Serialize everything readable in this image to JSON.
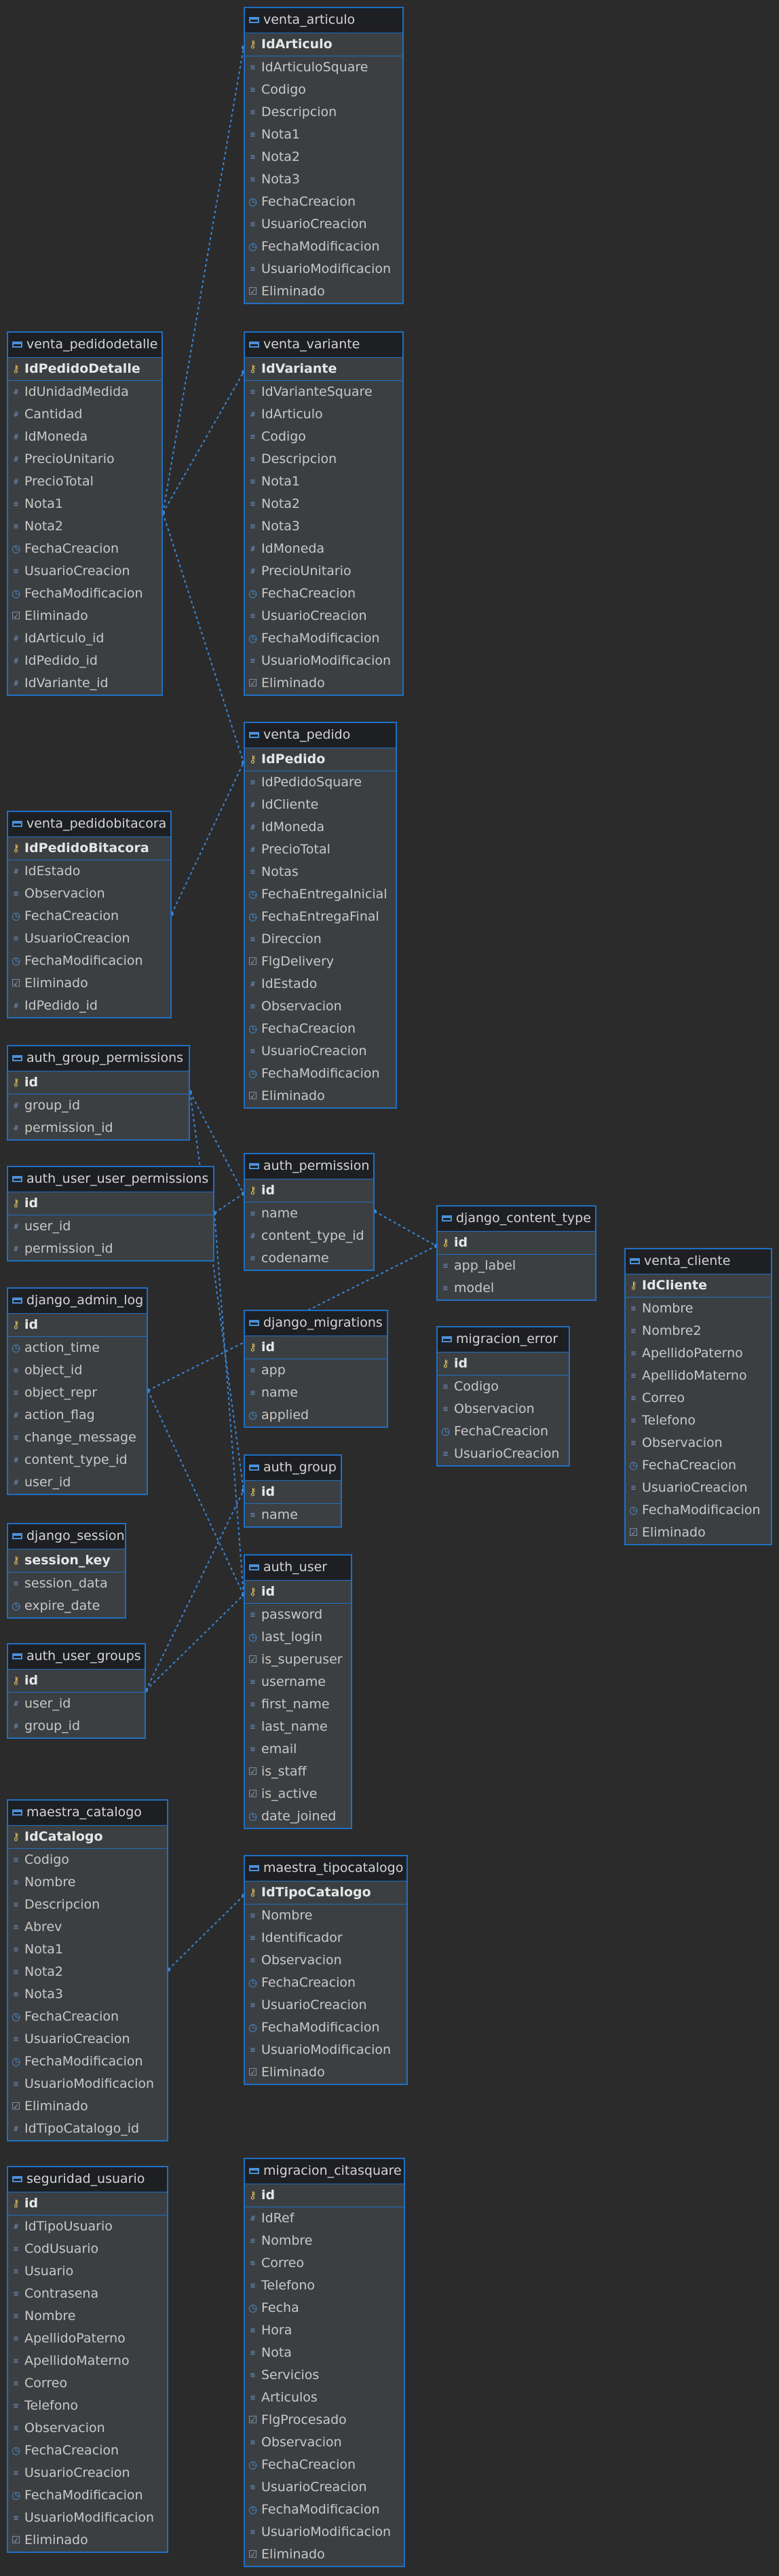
{
  "tables": [
    {
      "id": "venta_articulo",
      "name": "venta_articulo",
      "fields": [
        {
          "name": "IdArticulo",
          "type": "pk"
        },
        {
          "name": "IdArticuloSquare",
          "type": "str"
        },
        {
          "name": "Codigo",
          "type": "str"
        },
        {
          "name": "Descripcion",
          "type": "str"
        },
        {
          "name": "Nota1",
          "type": "str"
        },
        {
          "name": "Nota2",
          "type": "str"
        },
        {
          "name": "Nota3",
          "type": "str"
        },
        {
          "name": "FechaCreacion",
          "type": "date"
        },
        {
          "name": "UsuarioCreacion",
          "type": "str"
        },
        {
          "name": "FechaModificacion",
          "type": "date"
        },
        {
          "name": "UsuarioModificacion",
          "type": "str"
        },
        {
          "name": "Eliminado",
          "type": "bool"
        }
      ]
    },
    {
      "id": "venta_pedidodetalle",
      "name": "venta_pedidodetalle",
      "fields": [
        {
          "name": "IdPedidoDetalle",
          "type": "pk"
        },
        {
          "name": "IdUnidadMedida",
          "type": "num"
        },
        {
          "name": "Cantidad",
          "type": "num"
        },
        {
          "name": "IdMoneda",
          "type": "num"
        },
        {
          "name": "PrecioUnitario",
          "type": "num"
        },
        {
          "name": "PrecioTotal",
          "type": "num"
        },
        {
          "name": "Nota1",
          "type": "str"
        },
        {
          "name": "Nota2",
          "type": "str"
        },
        {
          "name": "FechaCreacion",
          "type": "date"
        },
        {
          "name": "UsuarioCreacion",
          "type": "str"
        },
        {
          "name": "FechaModificacion",
          "type": "date"
        },
        {
          "name": "Eliminado",
          "type": "bool"
        },
        {
          "name": "IdArticulo_id",
          "type": "num"
        },
        {
          "name": "IdPedido_id",
          "type": "num"
        },
        {
          "name": "IdVariante_id",
          "type": "num"
        }
      ]
    },
    {
      "id": "venta_variante",
      "name": "venta_variante",
      "fields": [
        {
          "name": "IdVariante",
          "type": "pk"
        },
        {
          "name": "IdVarianteSquare",
          "type": "str"
        },
        {
          "name": "IdArticulo",
          "type": "num"
        },
        {
          "name": "Codigo",
          "type": "str"
        },
        {
          "name": "Descripcion",
          "type": "str"
        },
        {
          "name": "Nota1",
          "type": "str"
        },
        {
          "name": "Nota2",
          "type": "str"
        },
        {
          "name": "Nota3",
          "type": "str"
        },
        {
          "name": "IdMoneda",
          "type": "num"
        },
        {
          "name": "PrecioUnitario",
          "type": "num"
        },
        {
          "name": "FechaCreacion",
          "type": "date"
        },
        {
          "name": "UsuarioCreacion",
          "type": "str"
        },
        {
          "name": "FechaModificacion",
          "type": "date"
        },
        {
          "name": "UsuarioModificacion",
          "type": "str"
        },
        {
          "name": "Eliminado",
          "type": "bool"
        }
      ]
    },
    {
      "id": "venta_pedido",
      "name": "venta_pedido",
      "fields": [
        {
          "name": "IdPedido",
          "type": "pk"
        },
        {
          "name": "IdPedidoSquare",
          "type": "str"
        },
        {
          "name": "IdCliente",
          "type": "num"
        },
        {
          "name": "IdMoneda",
          "type": "num"
        },
        {
          "name": "PrecioTotal",
          "type": "num"
        },
        {
          "name": "Notas",
          "type": "str"
        },
        {
          "name": "FechaEntregaInicial",
          "type": "date"
        },
        {
          "name": "FechaEntregaFinal",
          "type": "date"
        },
        {
          "name": "Direccion",
          "type": "str"
        },
        {
          "name": "FlgDelivery",
          "type": "bool"
        },
        {
          "name": "IdEstado",
          "type": "num"
        },
        {
          "name": "Observacion",
          "type": "str"
        },
        {
          "name": "FechaCreacion",
          "type": "date"
        },
        {
          "name": "UsuarioCreacion",
          "type": "str"
        },
        {
          "name": "FechaModificacion",
          "type": "date"
        },
        {
          "name": "Eliminado",
          "type": "bool"
        }
      ]
    },
    {
      "id": "venta_pedidobitacora",
      "name": "venta_pedidobitacora",
      "fields": [
        {
          "name": "IdPedidoBitacora",
          "type": "pk"
        },
        {
          "name": "IdEstado",
          "type": "num"
        },
        {
          "name": "Observacion",
          "type": "str"
        },
        {
          "name": "FechaCreacion",
          "type": "date"
        },
        {
          "name": "UsuarioCreacion",
          "type": "str"
        },
        {
          "name": "FechaModificacion",
          "type": "date"
        },
        {
          "name": "Eliminado",
          "type": "bool"
        },
        {
          "name": "IdPedido_id",
          "type": "num"
        }
      ]
    },
    {
      "id": "auth_group_permissions",
      "name": "auth_group_permissions",
      "fields": [
        {
          "name": "id",
          "type": "pk"
        },
        {
          "name": "group_id",
          "type": "num"
        },
        {
          "name": "permission_id",
          "type": "num"
        }
      ]
    },
    {
      "id": "auth_user_user_permissions",
      "name": "auth_user_user_permissions",
      "fields": [
        {
          "name": "id",
          "type": "pk"
        },
        {
          "name": "user_id",
          "type": "num"
        },
        {
          "name": "permission_id",
          "type": "num"
        }
      ]
    },
    {
      "id": "auth_permission",
      "name": "auth_permission",
      "fields": [
        {
          "name": "id",
          "type": "pk"
        },
        {
          "name": "name",
          "type": "str"
        },
        {
          "name": "content_type_id",
          "type": "num"
        },
        {
          "name": "codename",
          "type": "str"
        }
      ]
    },
    {
      "id": "django_content_type",
      "name": "django_content_type",
      "fields": [
        {
          "name": "id",
          "type": "pk"
        },
        {
          "name": "app_label",
          "type": "str"
        },
        {
          "name": "model",
          "type": "str"
        }
      ]
    },
    {
      "id": "venta_cliente",
      "name": "venta_cliente",
      "fields": [
        {
          "name": "IdCliente",
          "type": "pk"
        },
        {
          "name": "Nombre",
          "type": "str"
        },
        {
          "name": "Nombre2",
          "type": "str"
        },
        {
          "name": "ApellidoPaterno",
          "type": "str"
        },
        {
          "name": "ApellidoMaterno",
          "type": "str"
        },
        {
          "name": "Correo",
          "type": "str"
        },
        {
          "name": "Telefono",
          "type": "str"
        },
        {
          "name": "Observacion",
          "type": "str"
        },
        {
          "name": "FechaCreacion",
          "type": "date"
        },
        {
          "name": "UsuarioCreacion",
          "type": "str"
        },
        {
          "name": "FechaModificacion",
          "type": "date"
        },
        {
          "name": "Eliminado",
          "type": "bool"
        }
      ]
    },
    {
      "id": "django_admin_log",
      "name": "django_admin_log",
      "fields": [
        {
          "name": "id",
          "type": "pk"
        },
        {
          "name": "action_time",
          "type": "date"
        },
        {
          "name": "object_id",
          "type": "str"
        },
        {
          "name": "object_repr",
          "type": "str"
        },
        {
          "name": "action_flag",
          "type": "num"
        },
        {
          "name": "change_message",
          "type": "str"
        },
        {
          "name": "content_type_id",
          "type": "num"
        },
        {
          "name": "user_id",
          "type": "num"
        }
      ]
    },
    {
      "id": "django_migrations",
      "name": "django_migrations",
      "fields": [
        {
          "name": "id",
          "type": "pk"
        },
        {
          "name": "app",
          "type": "str"
        },
        {
          "name": "name",
          "type": "str"
        },
        {
          "name": "applied",
          "type": "date"
        }
      ]
    },
    {
      "id": "migracion_error",
      "name": "migracion_error",
      "fields": [
        {
          "name": "id",
          "type": "pk"
        },
        {
          "name": "Codigo",
          "type": "str"
        },
        {
          "name": "Observacion",
          "type": "str"
        },
        {
          "name": "FechaCreacion",
          "type": "date"
        },
        {
          "name": "UsuarioCreacion",
          "type": "str"
        }
      ]
    },
    {
      "id": "auth_group",
      "name": "auth_group",
      "fields": [
        {
          "name": "id",
          "type": "pk"
        },
        {
          "name": "name",
          "type": "str"
        }
      ]
    },
    {
      "id": "django_session",
      "name": "django_session",
      "fields": [
        {
          "name": "session_key",
          "type": "pk"
        },
        {
          "name": "session_data",
          "type": "str"
        },
        {
          "name": "expire_date",
          "type": "date"
        }
      ]
    },
    {
      "id": "auth_user",
      "name": "auth_user",
      "fields": [
        {
          "name": "id",
          "type": "pk"
        },
        {
          "name": "password",
          "type": "str"
        },
        {
          "name": "last_login",
          "type": "date"
        },
        {
          "name": "is_superuser",
          "type": "bool"
        },
        {
          "name": "username",
          "type": "str"
        },
        {
          "name": "first_name",
          "type": "str"
        },
        {
          "name": "last_name",
          "type": "str"
        },
        {
          "name": "email",
          "type": "str"
        },
        {
          "name": "is_staff",
          "type": "bool"
        },
        {
          "name": "is_active",
          "type": "bool"
        },
        {
          "name": "date_joined",
          "type": "date"
        }
      ]
    },
    {
      "id": "auth_user_groups",
      "name": "auth_user_groups",
      "fields": [
        {
          "name": "id",
          "type": "pk"
        },
        {
          "name": "user_id",
          "type": "num"
        },
        {
          "name": "group_id",
          "type": "num"
        }
      ]
    },
    {
      "id": "maestra_catalogo",
      "name": "maestra_catalogo",
      "fields": [
        {
          "name": "IdCatalogo",
          "type": "pk"
        },
        {
          "name": "Codigo",
          "type": "str"
        },
        {
          "name": "Nombre",
          "type": "str"
        },
        {
          "name": "Descripcion",
          "type": "str"
        },
        {
          "name": "Abrev",
          "type": "str"
        },
        {
          "name": "Nota1",
          "type": "str"
        },
        {
          "name": "Nota2",
          "type": "str"
        },
        {
          "name": "Nota3",
          "type": "str"
        },
        {
          "name": "FechaCreacion",
          "type": "date"
        },
        {
          "name": "UsuarioCreacion",
          "type": "str"
        },
        {
          "name": "FechaModificacion",
          "type": "date"
        },
        {
          "name": "UsuarioModificacion",
          "type": "str"
        },
        {
          "name": "Eliminado",
          "type": "bool"
        },
        {
          "name": "IdTipoCatalogo_id",
          "type": "num"
        }
      ]
    },
    {
      "id": "maestra_tipocatalogo",
      "name": "maestra_tipocatalogo",
      "fields": [
        {
          "name": "IdTipoCatalogo",
          "type": "pk"
        },
        {
          "name": "Nombre",
          "type": "str"
        },
        {
          "name": "Identificador",
          "type": "str"
        },
        {
          "name": "Observacion",
          "type": "str"
        },
        {
          "name": "FechaCreacion",
          "type": "date"
        },
        {
          "name": "UsuarioCreacion",
          "type": "str"
        },
        {
          "name": "FechaModificacion",
          "type": "date"
        },
        {
          "name": "UsuarioModificacion",
          "type": "str"
        },
        {
          "name": "Eliminado",
          "type": "bool"
        }
      ]
    },
    {
      "id": "seguridad_usuario",
      "name": "seguridad_usuario",
      "fields": [
        {
          "name": "id",
          "type": "pk"
        },
        {
          "name": "IdTipoUsuario",
          "type": "num"
        },
        {
          "name": "CodUsuario",
          "type": "str"
        },
        {
          "name": "Usuario",
          "type": "str"
        },
        {
          "name": "Contrasena",
          "type": "str"
        },
        {
          "name": "Nombre",
          "type": "str"
        },
        {
          "name": "ApellidoPaterno",
          "type": "str"
        },
        {
          "name": "ApellidoMaterno",
          "type": "str"
        },
        {
          "name": "Correo",
          "type": "str"
        },
        {
          "name": "Telefono",
          "type": "str"
        },
        {
          "name": "Observacion",
          "type": "str"
        },
        {
          "name": "FechaCreacion",
          "type": "date"
        },
        {
          "name": "UsuarioCreacion",
          "type": "str"
        },
        {
          "name": "FechaModificacion",
          "type": "date"
        },
        {
          "name": "UsuarioModificacion",
          "type": "str"
        },
        {
          "name": "Eliminado",
          "type": "bool"
        }
      ]
    },
    {
      "id": "migracion_citasquare",
      "name": "migracion_citasquare",
      "fields": [
        {
          "name": "id",
          "type": "pk"
        },
        {
          "name": "IdRef",
          "type": "num"
        },
        {
          "name": "Nombre",
          "type": "str"
        },
        {
          "name": "Correo",
          "type": "str"
        },
        {
          "name": "Telefono",
          "type": "str"
        },
        {
          "name": "Fecha",
          "type": "date"
        },
        {
          "name": "Hora",
          "type": "str"
        },
        {
          "name": "Nota",
          "type": "str"
        },
        {
          "name": "Servicios",
          "type": "str"
        },
        {
          "name": "Articulos",
          "type": "str"
        },
        {
          "name": "FlgProcesado",
          "type": "bool"
        },
        {
          "name": "Observacion",
          "type": "str"
        },
        {
          "name": "FechaCreacion",
          "type": "date"
        },
        {
          "name": "UsuarioCreacion",
          "type": "str"
        },
        {
          "name": "FechaModificacion",
          "type": "date"
        },
        {
          "name": "UsuarioModificacion",
          "type": "str"
        },
        {
          "name": "Eliminado",
          "type": "bool"
        }
      ]
    }
  ],
  "relations": [
    {
      "from": "venta_pedidodetalle",
      "to": "venta_articulo"
    },
    {
      "from": "venta_pedidodetalle",
      "to": "venta_variante"
    },
    {
      "from": "venta_pedidodetalle",
      "to": "venta_pedido"
    },
    {
      "from": "venta_pedidobitacora",
      "to": "venta_pedido"
    },
    {
      "from": "auth_group_permissions",
      "to": "auth_permission"
    },
    {
      "from": "auth_group_permissions",
      "to": "auth_group"
    },
    {
      "from": "auth_user_user_permissions",
      "to": "auth_permission"
    },
    {
      "from": "auth_user_user_permissions",
      "to": "auth_user"
    },
    {
      "from": "auth_permission",
      "to": "django_content_type"
    },
    {
      "from": "django_admin_log",
      "to": "django_content_type"
    },
    {
      "from": "django_admin_log",
      "to": "auth_user"
    },
    {
      "from": "auth_user_groups",
      "to": "auth_user"
    },
    {
      "from": "auth_user_groups",
      "to": "auth_group"
    },
    {
      "from": "maestra_catalogo",
      "to": "maestra_tipocatalogo"
    }
  ],
  "colors": {
    "background": "#2b2b2b",
    "table": "#3c3f41",
    "border": "#1f6fc4",
    "connector": "#3a86d6"
  }
}
